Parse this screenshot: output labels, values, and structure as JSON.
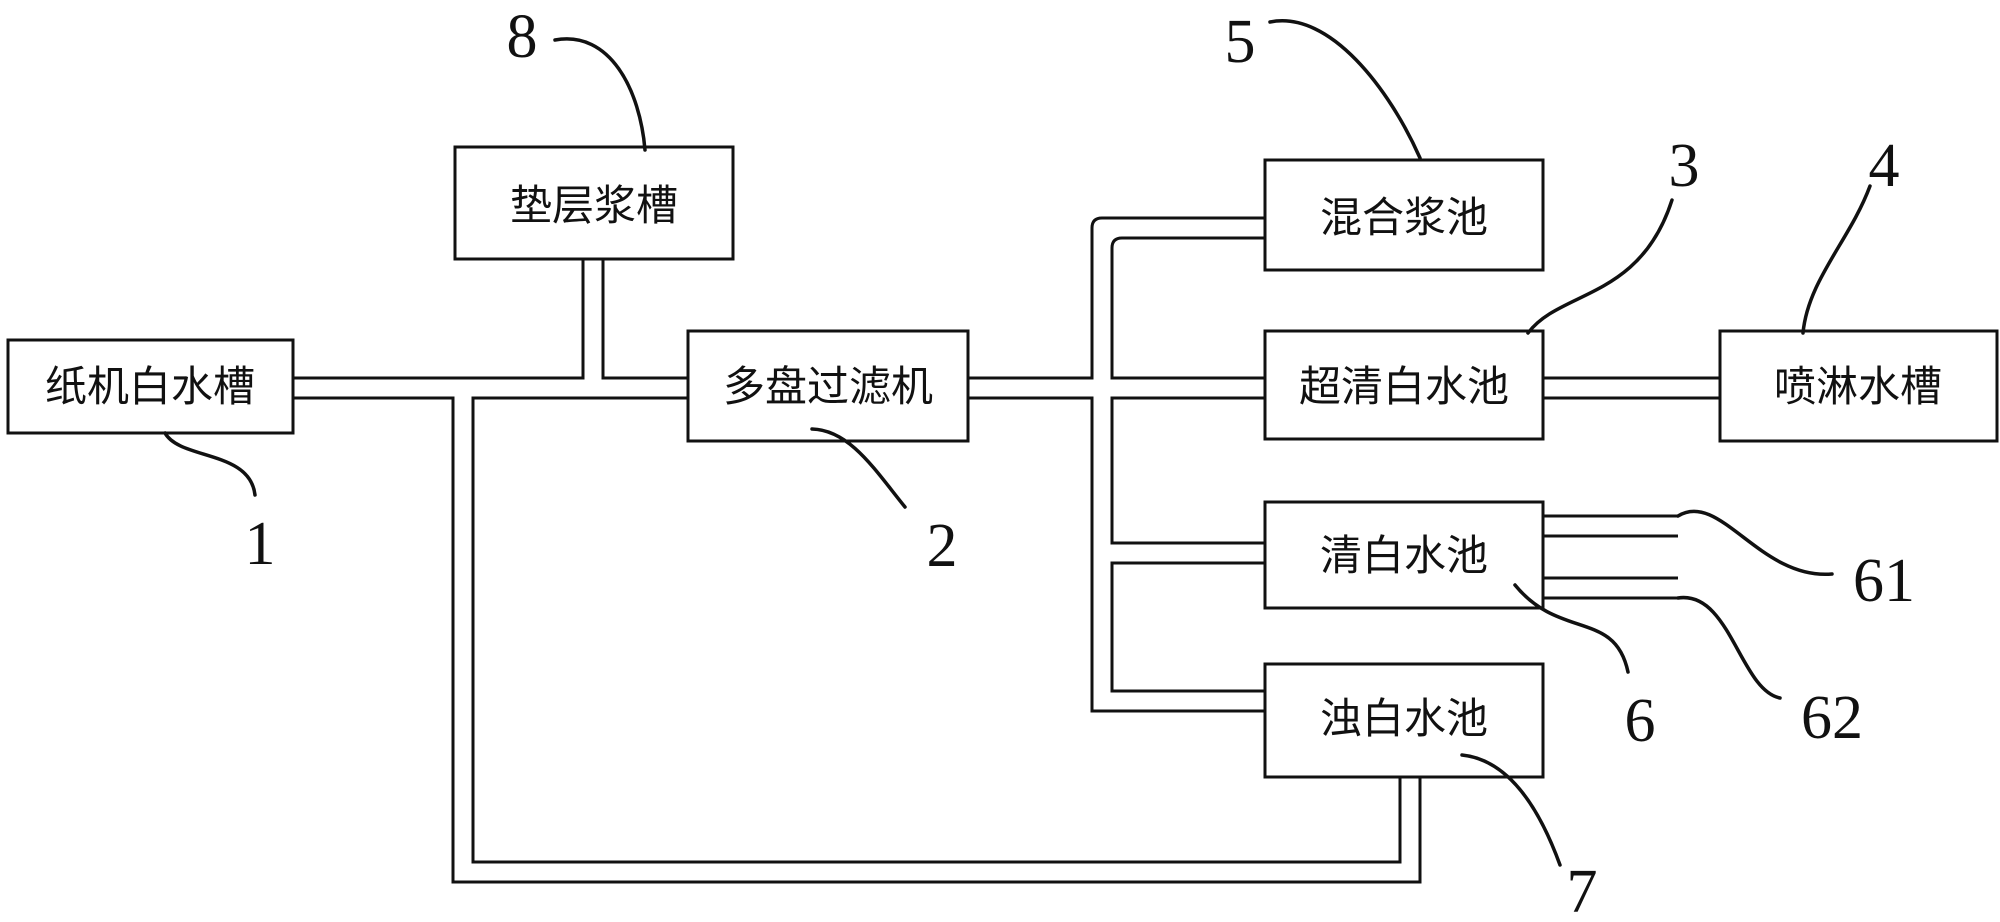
{
  "components": {
    "paper_machine_tank": {
      "label": "纸机白水槽",
      "ref": "1"
    },
    "disc_filter": {
      "label": "多盘过滤机",
      "ref": "2"
    },
    "ultra_clear_pool": {
      "label": "超清白水池",
      "ref": "3"
    },
    "spray_tank": {
      "label": "喷淋水槽",
      "ref": "4"
    },
    "mixed_pulp_pool": {
      "label": "混合浆池",
      "ref": "5"
    },
    "clear_pool": {
      "label": "清白水池",
      "ref": "6"
    },
    "turbid_pool": {
      "label": "浊白水池",
      "ref": "7"
    },
    "underlayer_tank": {
      "label": "垫层浆槽",
      "ref": "8"
    }
  },
  "outlets": {
    "outlet_a": {
      "ref": "61"
    },
    "outlet_b": {
      "ref": "62"
    }
  },
  "colors": {
    "line": "#111111",
    "background": "#ffffff"
  }
}
